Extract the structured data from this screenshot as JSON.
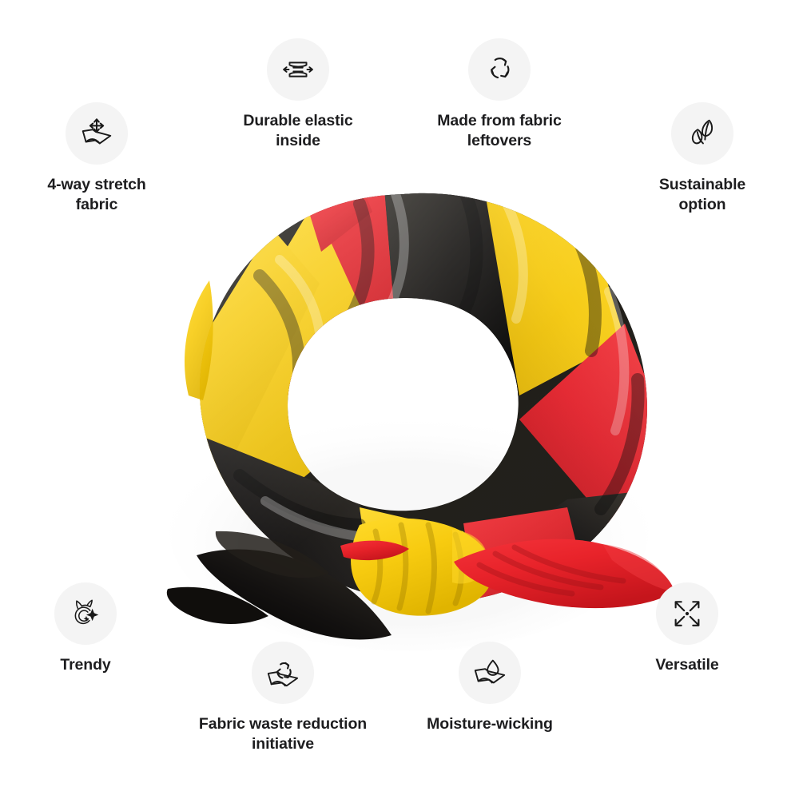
{
  "page": {
    "background_color": "#ffffff",
    "type": "product-feature-infographic"
  },
  "product": {
    "name": "scrunchie",
    "description": "Belgium flag print scrunchie with tied knot",
    "flag": "Belgium",
    "colors": {
      "black": "#16140f",
      "yellow": "#f6cc12",
      "red": "#e8232a",
      "hole": "#ffffff",
      "shadow": "#e9e9e9"
    }
  },
  "features": [
    {
      "id": "stretch",
      "label": "4-way stretch\nfabric",
      "icon": "four-way-stretch-fabric-icon"
    },
    {
      "id": "elastic",
      "label": "Durable elastic\ninside",
      "icon": "elastic-band-icon"
    },
    {
      "id": "leftovers",
      "label": "Made from fabric\nleftovers",
      "icon": "recycle-arrows-icon"
    },
    {
      "id": "sustain",
      "label": "Sustainable\noption",
      "icon": "leaves-icon"
    },
    {
      "id": "trendy",
      "label": "Trendy",
      "icon": "trendy-sparkle-icon"
    },
    {
      "id": "waste",
      "label": "Fabric waste reduction\ninitiative",
      "icon": "recycle-fabric-icon"
    },
    {
      "id": "moisture",
      "label": "Moisture-wicking",
      "icon": "water-droplet-fabric-icon"
    },
    {
      "id": "versatile",
      "label": "Versatile",
      "icon": "four-arrows-expand-icon"
    }
  ],
  "style": {
    "badge_background": "#f4f4f4",
    "label_color": "#1d1d1f",
    "icon_stroke": "#1a1a1a"
  }
}
